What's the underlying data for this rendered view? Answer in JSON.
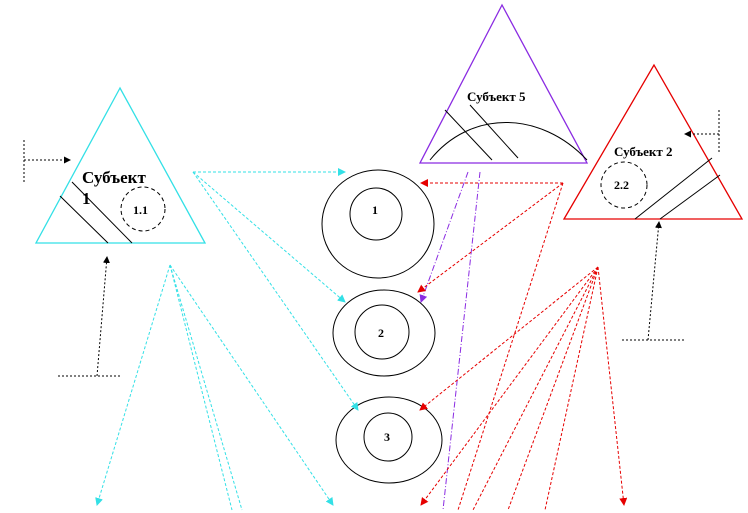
{
  "diagram": {
    "subject1": {
      "title_line1": "Субъект",
      "title_line2": "1",
      "inner": "1.1",
      "color": "#33e0e6"
    },
    "subject5": {
      "title": "Субъект 5",
      "color": "#8a2be2"
    },
    "subject2": {
      "title": "Субъект 2",
      "inner": "2.2",
      "color": "#e60000"
    },
    "levels": [
      {
        "label": "1"
      },
      {
        "label": "2"
      },
      {
        "label": "3"
      }
    ],
    "colors": {
      "cyan": "#33e0e6",
      "purple": "#8a2be2",
      "red": "#e60000",
      "black": "#000000"
    }
  }
}
